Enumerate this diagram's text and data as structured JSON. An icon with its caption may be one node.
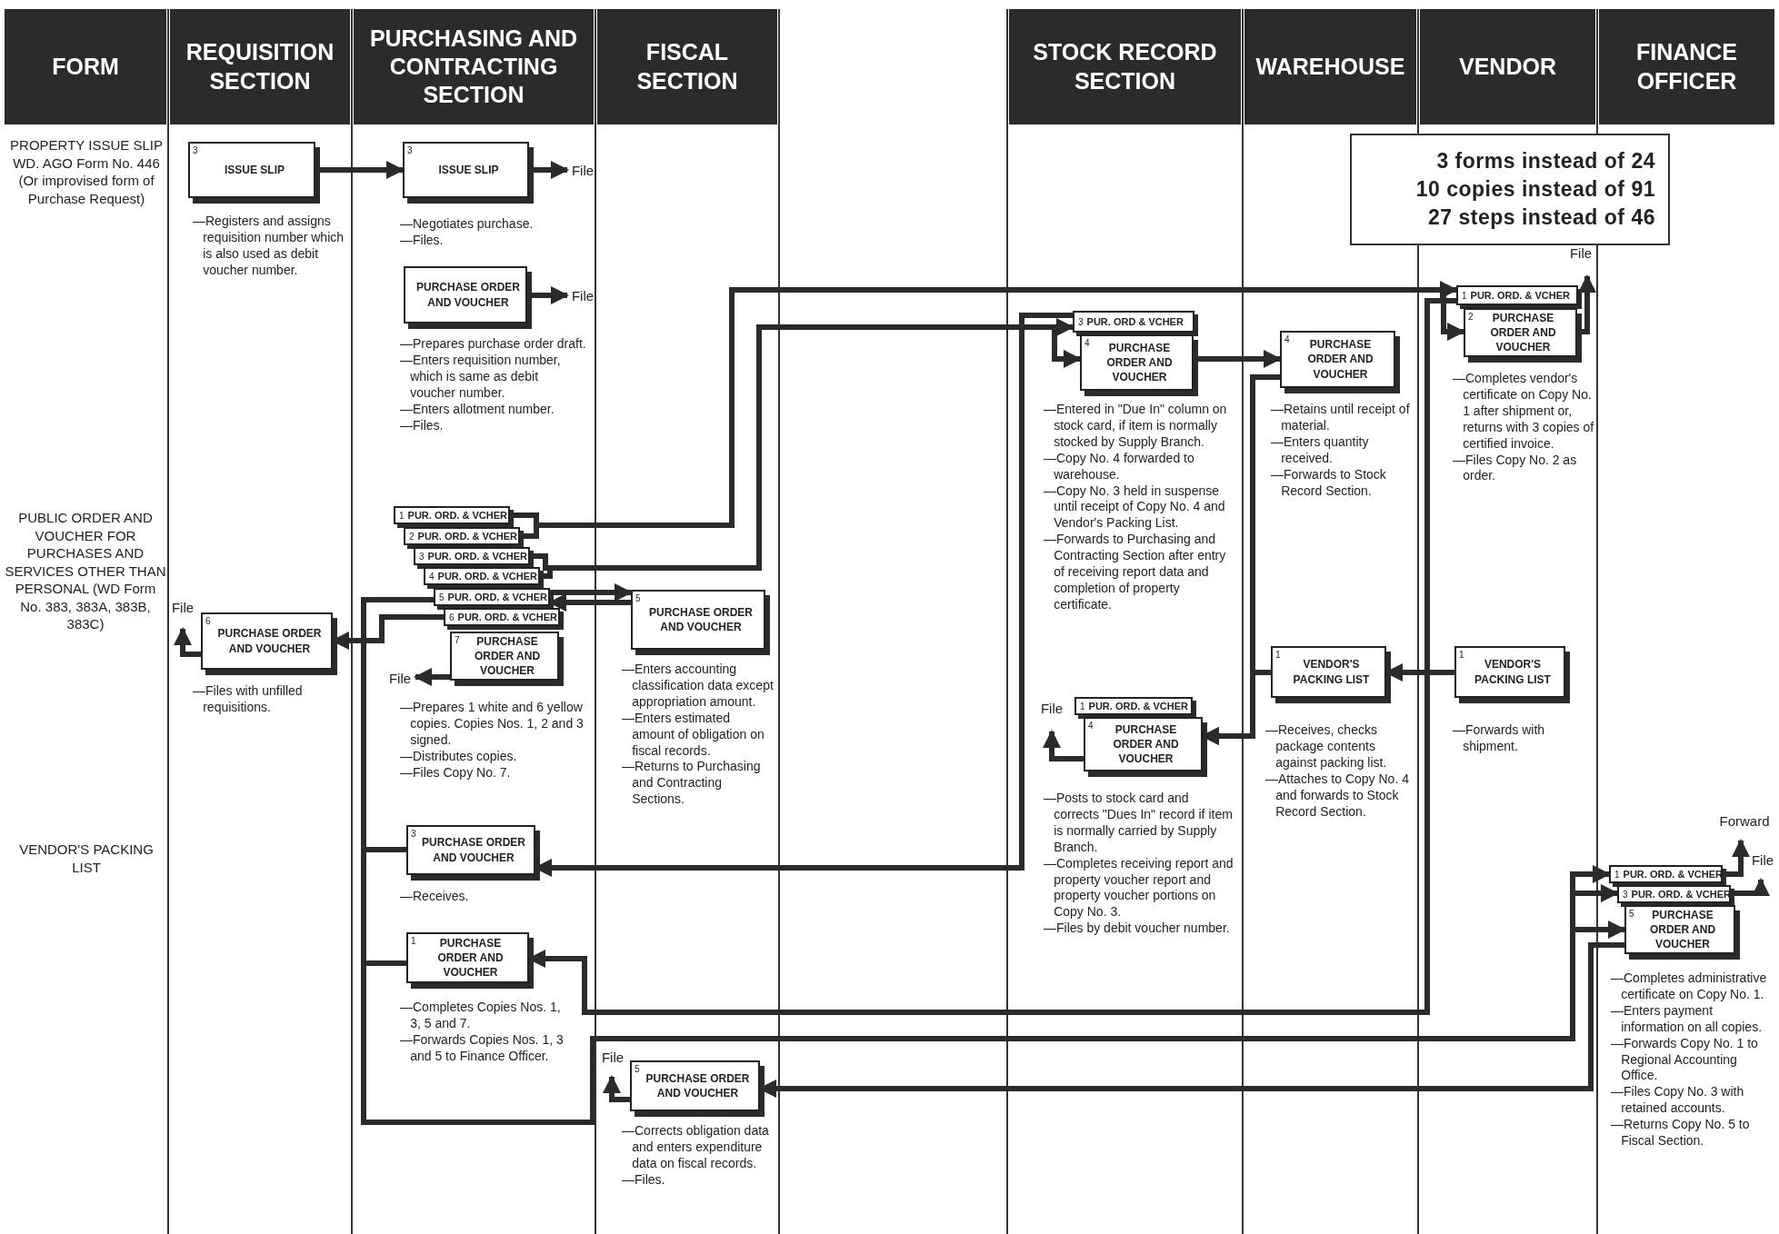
{
  "diagram": {
    "nodes": [
      {
        "text": [
          "FORM"
        ]
      },
      {
        "text": [
          "REQUISITION SECTION"
        ]
      },
      {
        "text": [
          "PURCHASING AND CONTRACTING SECTION"
        ]
      },
      {
        "text": [
          "FISCAL SECTION"
        ]
      },
      {
        "text": [
          "STOCK RECORD SECTION"
        ]
      },
      {
        "text": [
          "WAREHOUSE"
        ]
      },
      {
        "text": [
          "VENDOR"
        ]
      },
      {
        "text": [
          "FINANCE OFFICER"
        ]
      },
      {
        "text": [
          "3 forms instead of 24",
          "10 copies instead of 91",
          "27 steps instead of 46"
        ]
      },
      {
        "text": [
          "3",
          "ISSUE SLIP"
        ],
        "beside": [
          "—Registers and assigns requisition number which is also used as debit voucher number."
        ]
      },
      {
        "text": [
          "3",
          "ISSUE SLIP"
        ],
        "beside": [
          "—Negotiates purchase.",
          "—Files."
        ]
      },
      {
        "text": [
          "File"
        ]
      },
      {
        "text": [
          "PURCHASE ORDER AND VOUCHER"
        ],
        "beside": [
          "—Prepares purchase order draft.",
          "—Enters requisition number, which is same as debit voucher number.",
          "—Enters allotment number.",
          "—Files."
        ]
      },
      {
        "text": [
          "File"
        ]
      },
      {
        "text": [
          "1",
          "PUR. ORD. & VCHER"
        ]
      },
      {
        "text": [
          "2",
          "PUR. ORD. & VCHER"
        ]
      },
      {
        "text": [
          "3",
          "PUR. ORD. & VCHER"
        ]
      },
      {
        "text": [
          "4",
          "PUR. ORD. & VCHER"
        ]
      },
      {
        "text": [
          "5",
          "PUR. ORD. & VCHER"
        ]
      },
      {
        "text": [
          "6",
          "PUR. ORD. & VCHER"
        ]
      },
      {
        "text": [
          "7",
          "PURCHASE ORDER AND VOUCHER"
        ],
        "beside": [
          "—Prepares 1 white and 6 yellow copies. Copies Nos. 1, 2 and 3 signed.",
          "—Distributes copies.",
          "—Files Copy No. 7."
        ]
      },
      {
        "text": [
          "File"
        ]
      },
      {
        "text": [
          "6",
          "PURCHASE ORDER AND VOUCHER"
        ],
        "beside": [
          "—Files with unfilled requisitions."
        ]
      },
      {
        "text": [
          "File"
        ]
      },
      {
        "text": [
          "5",
          "PURCHASE ORDER AND VOUCHER"
        ],
        "beside": [
          "—Enters accounting classification data except appropriation amount.",
          "—Enters estimated amount of obligation on fiscal records.",
          "—Returns to Purchasing and Contracting Sections."
        ]
      },
      {
        "text": [
          "3",
          "PUR. ORD & VCHER"
        ]
      },
      {
        "text": [
          "4",
          "PURCHASE ORDER AND VOUCHER"
        ],
        "beside": [
          "—Entered in \"Due In\" column on stock card, if item is normally stocked by Supply Branch.",
          "—Copy No. 4 forwarded to warehouse.",
          "—Copy No. 3 held in suspense until receipt of Copy No. 4 and Vendor's Packing List.",
          "—Forwards to Purchasing and Contracting Section after entry of receiving report data and completion of property certificate."
        ]
      },
      {
        "text": [
          "4",
          "PURCHASE ORDER AND VOUCHER"
        ],
        "beside": [
          "—Retains until receipt of material.",
          "—Enters quantity received.",
          "—Forwards to Stock Record Section."
        ]
      },
      {
        "text": [
          "1",
          "PUR. ORD. & VCHER"
        ]
      },
      {
        "text": [
          "2",
          "PURCHASE ORDER AND VOUCHER"
        ],
        "beside": [
          "—Completes vendor's certificate on Copy No. 1 after shipment or, returns with 3 copies of certified invoice.",
          "—Files Copy No. 2 as order."
        ]
      },
      {
        "text": [
          "File"
        ]
      },
      {
        "text": [
          "1",
          "VENDOR'S PACKING LIST"
        ],
        "beside": [
          "—Receives, checks package contents against packing list.",
          "—Attaches to Copy No. 4 and forwards to Stock Record Section."
        ]
      },
      {
        "text": [
          "1",
          "VENDOR'S PACKING LIST"
        ],
        "beside": [
          "—Forwards with shipment."
        ]
      },
      {
        "text": [
          "1",
          "PUR. ORD. & VCHER"
        ]
      },
      {
        "text": [
          "4",
          "PURCHASE ORDER AND VOUCHER"
        ],
        "beside": [
          "—Posts to stock card and corrects \"Dues In\" record if item is normally carried by Supply Branch.",
          "—Completes receiving report and property voucher report and property voucher portions on Copy No. 3.",
          "—Files by debit voucher number."
        ]
      },
      {
        "text": [
          "File"
        ]
      },
      {
        "text": [
          "3",
          "PURCHASE ORDER AND VOUCHER"
        ],
        "beside": [
          "—Receives."
        ]
      },
      {
        "text": [
          "1",
          "PUR. ORD. & VCHER"
        ]
      },
      {
        "text": [
          "3",
          "PUR. ORD. & VCHER"
        ]
      },
      {
        "text": [
          "5",
          "PURCHASE ORDER AND VOUCHER"
        ],
        "beside": [
          "—Completes administrative certificate on Copy No. 1.",
          "—Enters payment information on all copies.",
          "—Forwards Copy No. 1 to Regional Accounting Office.",
          "—Files Copy No. 3 with retained accounts.",
          "—Returns Copy No. 5 to Fiscal Section."
        ]
      },
      {
        "text": [
          "Forward"
        ]
      },
      {
        "text": [
          "File"
        ]
      },
      {
        "text": [
          "1",
          "PURCHASE ORDER AND VOUCHER"
        ],
        "beside": [
          "—Completes Copies Nos. 1, 3, 5 and 7.",
          "—Forwards Copies Nos. 1, 3 and 5 to Finance Officer."
        ]
      },
      {
        "text": [
          "5",
          "PURCHASE ORDER AND VOUCHER"
        ],
        "beside": [
          "—Corrects obligation data and enters expenditure data on fiscal records.",
          "—Files."
        ]
      },
      {
        "text": [
          "File"
        ]
      }
    ],
    "edges": [
      {
        "from": 9,
        "to": 10,
        "arrow": "to"
      },
      {
        "from": 10,
        "to": 11,
        "arrow": "to"
      },
      {
        "from": 12,
        "to": 13,
        "arrow": "to"
      },
      {
        "from": 14,
        "to": 28,
        "arrow": "to"
      },
      {
        "from": 15,
        "to": 29,
        "arrow": "to"
      },
      {
        "from": 16,
        "to": 25,
        "arrow": "to"
      },
      {
        "from": 17,
        "to": 26,
        "arrow": "to"
      },
      {
        "from": 18,
        "to": 24,
        "arrow": "to"
      },
      {
        "from": 24,
        "to": 18,
        "arrow": "to"
      },
      {
        "from": 19,
        "to": 22,
        "arrow": "to"
      },
      {
        "from": 22,
        "to": 23,
        "arrow": "to"
      },
      {
        "from": 20,
        "to": 21,
        "arrow": "to"
      },
      {
        "from": 26,
        "to": 27,
        "arrow": "to"
      },
      {
        "from": 29,
        "to": 30,
        "arrow": "to"
      },
      {
        "from": 32,
        "to": 31,
        "arrow": "to"
      },
      {
        "from": 27,
        "to": 34,
        "arrow": "to"
      },
      {
        "from": 31,
        "to": 34,
        "arrow": "to"
      },
      {
        "from": 34,
        "to": 35,
        "arrow": "to"
      },
      {
        "from": 25,
        "to": 36,
        "arrow": "to"
      },
      {
        "from": 28,
        "to": 42,
        "arrow": "to"
      },
      {
        "from": 42,
        "to": 37,
        "arrow": "to"
      },
      {
        "from": 36,
        "to": 38,
        "arrow": "to"
      },
      {
        "from": 18,
        "to": 39,
        "arrow": "to"
      },
      {
        "from": 37,
        "to": 40,
        "arrow": "to"
      },
      {
        "from": 38,
        "to": 41,
        "arrow": "to"
      },
      {
        "from": 39,
        "to": 43,
        "arrow": "to"
      },
      {
        "from": 43,
        "to": 44,
        "arrow": "to"
      }
    ],
    "labels": [
      "PROPERTY ISSUE SLIP WD. AGO Form No. 446 (Or improvised form of Purchase Request)",
      "PUBLIC ORDER AND VOUCHER FOR PURCHASES AND SERVICES OTHER THAN PERSONAL (WD Form No. 383, 383A, 383B, 383C)",
      "VENDOR'S PACKING LIST"
    ]
  }
}
